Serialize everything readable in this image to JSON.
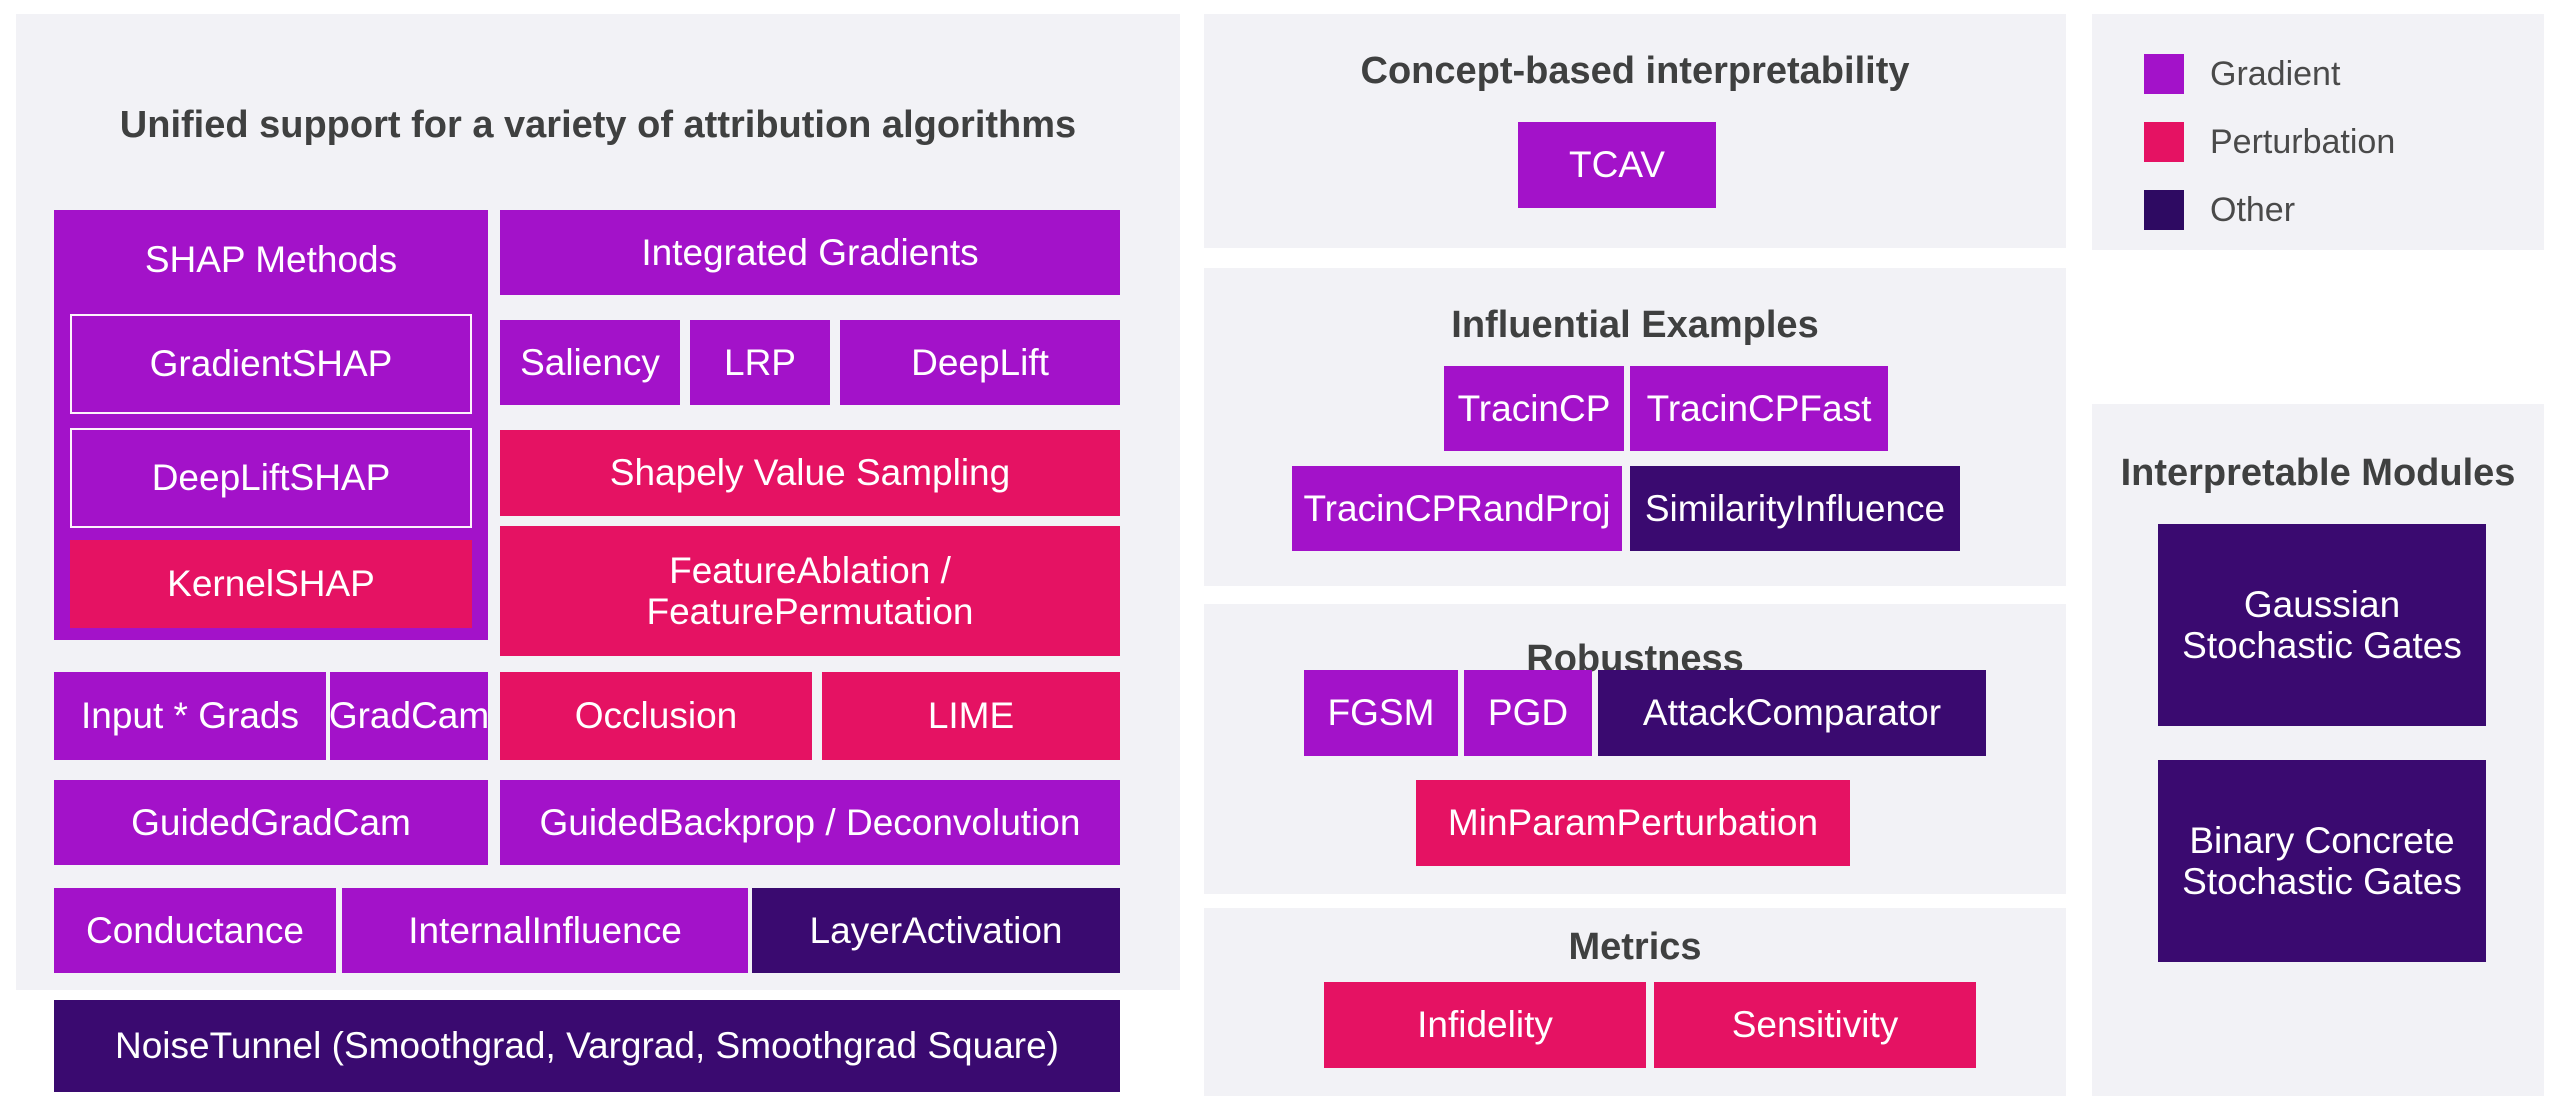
{
  "legend": {
    "items": [
      {
        "label": "Gradient",
        "color": "#a312c9"
      },
      {
        "label": "Perturbation",
        "color": "#e51263"
      },
      {
        "label": "Other",
        "color": "#2e0a62"
      }
    ]
  },
  "attribution_panel": {
    "title": "Unified support for a variety of attribution algorithms",
    "shap_group": {
      "header": "SHAP Methods",
      "items": [
        {
          "label": "GradientSHAP",
          "type": "Gradient"
        },
        {
          "label": "DeepLiftSHAP",
          "type": "Gradient"
        },
        {
          "label": "KernelSHAP",
          "type": "Perturbation"
        }
      ]
    },
    "right_column": [
      {
        "label": "Integrated Gradients",
        "type": "Gradient"
      },
      {
        "label": "Saliency",
        "type": "Gradient"
      },
      {
        "label": "LRP",
        "type": "Gradient"
      },
      {
        "label": "DeepLift",
        "type": "Gradient"
      },
      {
        "label": "Shapely Value Sampling",
        "type": "Perturbation"
      },
      {
        "label": "FeatureAblation / FeaturePermutation",
        "type": "Perturbation"
      },
      {
        "label": "Occlusion",
        "type": "Perturbation"
      },
      {
        "label": "LIME",
        "type": "Perturbation"
      },
      {
        "label": "GuidedBackprop / Deconvolution",
        "type": "Gradient"
      }
    ],
    "lower_left": [
      {
        "label": "Input * Grads",
        "type": "Gradient"
      },
      {
        "label": "GradCam",
        "type": "Gradient"
      },
      {
        "label": "GuidedGradCam",
        "type": "Gradient"
      },
      {
        "label": "Conductance",
        "type": "Gradient"
      },
      {
        "label": "InternalInfluence",
        "type": "Gradient"
      },
      {
        "label": "LayerActivation",
        "type": "Other"
      }
    ],
    "footer": {
      "label": "NoiseTunnel (Smoothgrad, Vargrad, Smoothgrad Square)",
      "type": "Other"
    }
  },
  "concept_panel": {
    "title": "Concept-based interpretability",
    "items": [
      {
        "label": "TCAV",
        "type": "Gradient"
      }
    ]
  },
  "influential_panel": {
    "title": "Influential Examples",
    "items": [
      {
        "label": "TracinCP",
        "type": "Gradient"
      },
      {
        "label": "TracinCPFast",
        "type": "Gradient"
      },
      {
        "label": "TracinCPRandProj",
        "type": "Gradient"
      },
      {
        "label": "SimilarityInfluence",
        "type": "Other"
      }
    ]
  },
  "robustness_panel": {
    "title": "Robustness",
    "items": [
      {
        "label": "FGSM",
        "type": "Gradient"
      },
      {
        "label": "PGD",
        "type": "Gradient"
      },
      {
        "label": "AttackComparator",
        "type": "Other"
      },
      {
        "label": "MinParamPerturbation",
        "type": "Perturbation"
      }
    ]
  },
  "metrics_panel": {
    "title": "Metrics",
    "items": [
      {
        "label": "Infidelity",
        "type": "Perturbation"
      },
      {
        "label": "Sensitivity",
        "type": "Perturbation"
      }
    ]
  },
  "modules_panel": {
    "title": "Interpretable Modules",
    "items": [
      {
        "label": "Gaussian Stochastic Gates",
        "type": "Other"
      },
      {
        "label": "Binary Concrete Stochastic Gates",
        "type": "Other"
      }
    ]
  }
}
